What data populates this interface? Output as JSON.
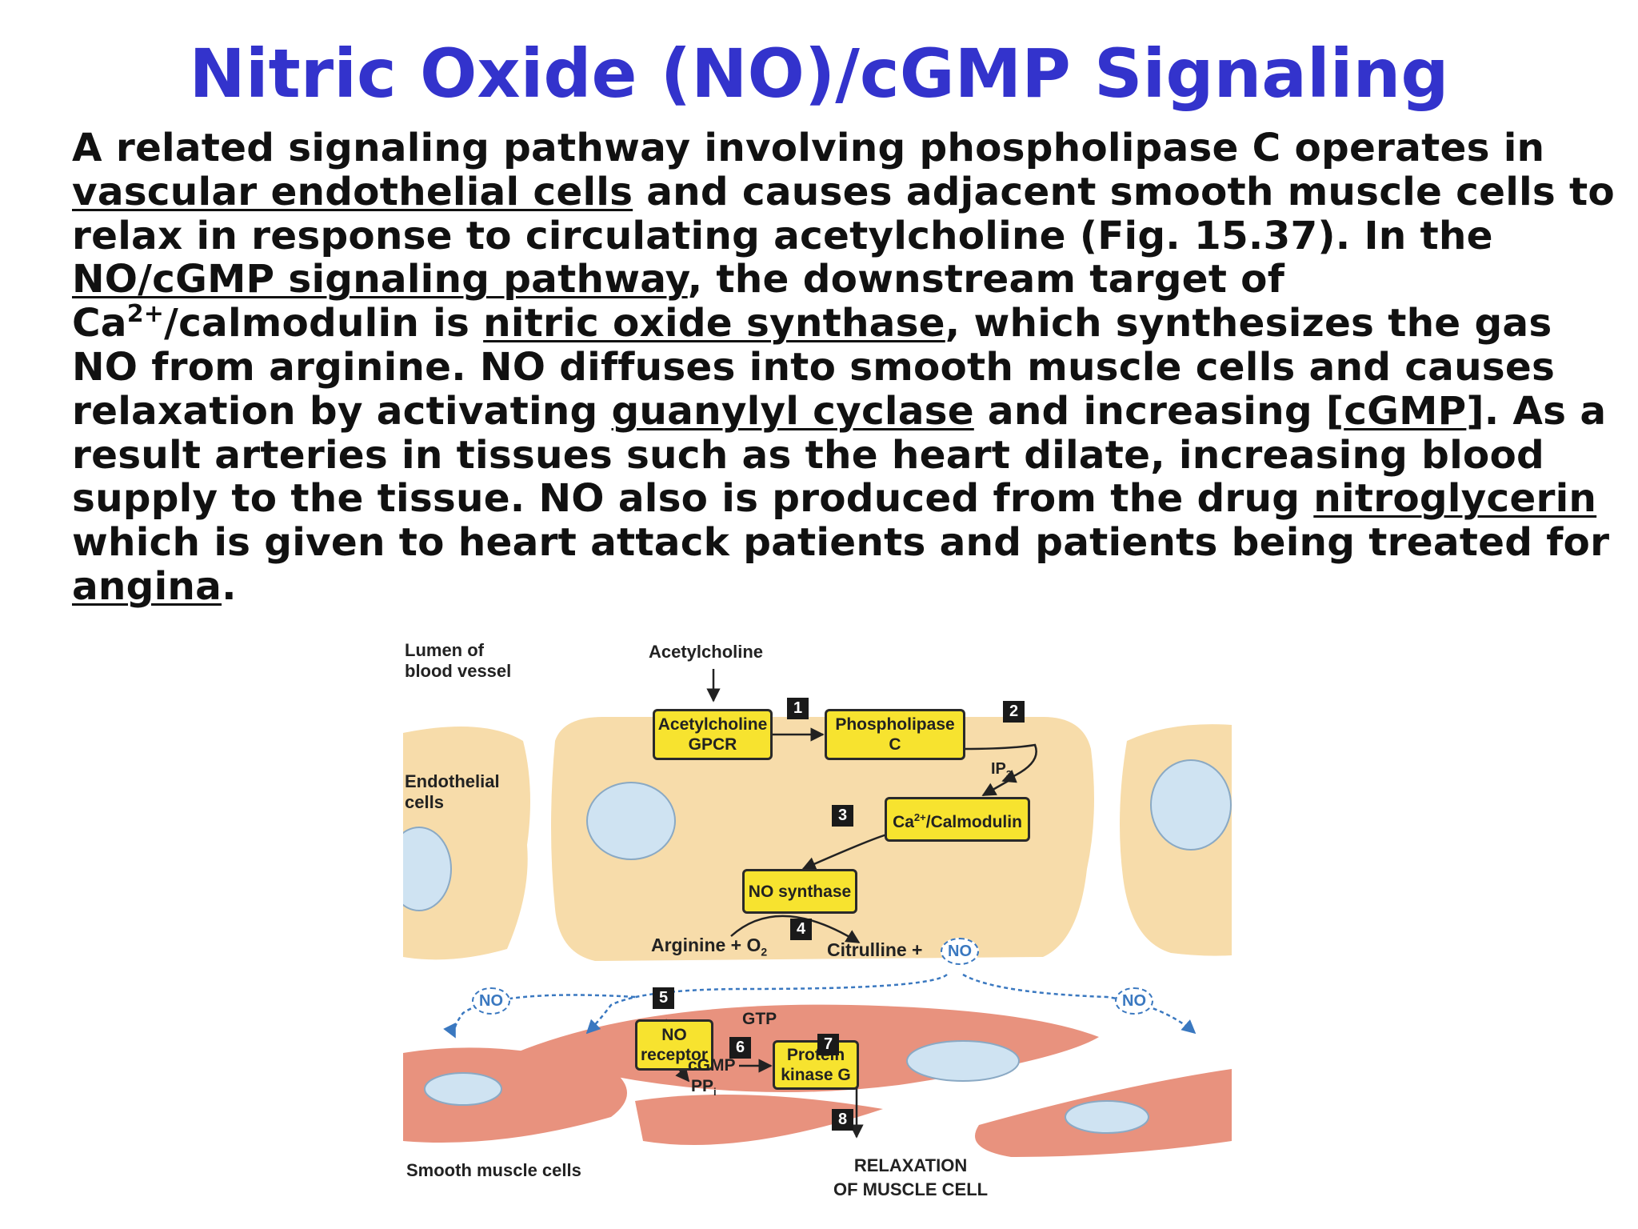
{
  "title": "Nitric Oxide (NO)/cGMP Signaling",
  "paragraph": {
    "t01": "A related signaling pathway involving phospholipase C operates in ",
    "u01": "vascular endothelial cells",
    "t02": " and causes adjacent smooth muscle cells to relax in response to circulating acetylcholine (Fig. 15.37). In the ",
    "u02": "NO/cGMP signaling pathway",
    "t03": ", the downstream target of Ca",
    "sup1": "2+",
    "t04": "/calmodulin is ",
    "u03": "nitric oxide synthase",
    "t05": ", which synthesizes the gas NO from arginine. NO diffuses into smooth muscle cells and causes relaxation by activating ",
    "u04": "guanylyl cyclase",
    "t06": " and increasing [",
    "u05": "cGMP",
    "t07": "]. As a result arteries in tissues such as the heart dilate, increasing blood supply to the tissue. NO also is produced from the drug ",
    "u06": "nitroglycerin",
    "t08": " which is given to heart attack patients and patients being treated for ",
    "u07": "angina",
    "t09": "."
  },
  "figure": {
    "lumen_label_1": "Lumen of",
    "lumen_label_2": "blood vessel",
    "acetylcholine": "Acetylcholine",
    "endothelial_label_1": "Endothelial",
    "endothelial_label_2": "cells",
    "smooth_muscle_label": "Smooth muscle cells",
    "gpcr_box_1": "Acetylcholine",
    "gpcr_box_2": "GPCR",
    "plc_box_1": "Phospholipase",
    "plc_box_2": "C",
    "ip3": "IP",
    "ip3_sub": "3",
    "calmodulin_box_pre": "Ca",
    "calmodulin_box_sup": "2+",
    "calmodulin_box_post": "/Calmodulin",
    "nos_box": "NO synthase",
    "arginine": "Arginine + O",
    "arginine_sub": "2",
    "citrulline": "Citrulline +",
    "no": "NO",
    "no_receptor_1": "NO",
    "no_receptor_2": "receptor",
    "gtp": "GTP",
    "cgmp": "cGMP",
    "ppi": "PP",
    "ppi_sub": "i",
    "pkg_box_1": "Protein",
    "pkg_box_2": "kinase G",
    "relax_1": "RELAXATION",
    "relax_2": "OF MUSCLE CELL",
    "steps": [
      "1",
      "2",
      "3",
      "4",
      "5",
      "6",
      "7",
      "8"
    ],
    "colors": {
      "endothelial": "#f7dcaa",
      "muscle": "#e8927e",
      "nucleus": "#cfe3f2",
      "box": "#f7e32f",
      "no_path": "#3a78c0",
      "title": "#3333cc"
    }
  }
}
